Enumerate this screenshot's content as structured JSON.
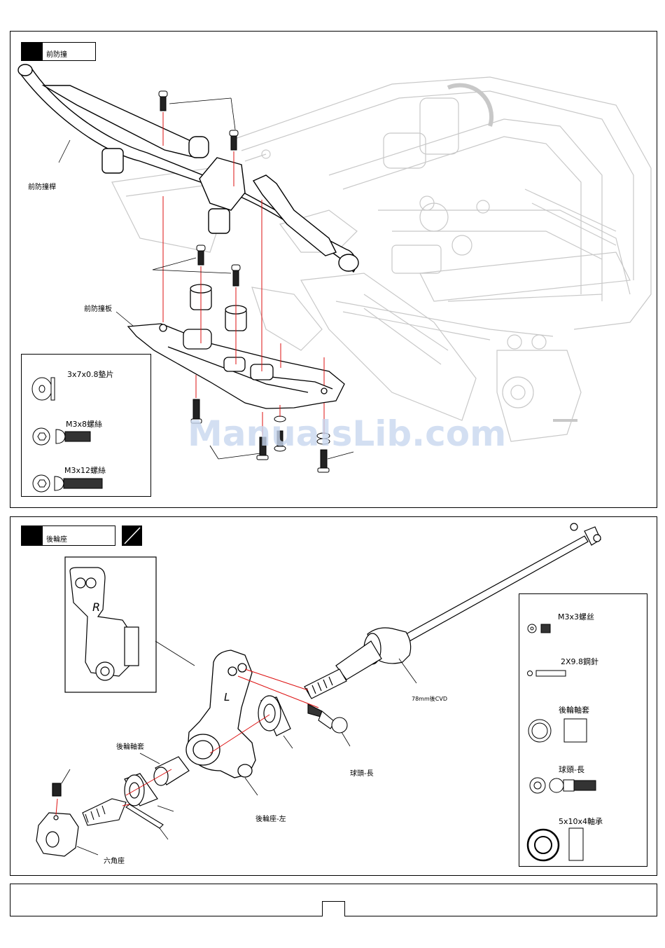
{
  "step1": {
    "title": "前防撞",
    "labels": {
      "bumper_rod": "前防撞桿",
      "bumper_plate": "前防撞板"
    },
    "parts": {
      "washer": "3x7x0.8墊片",
      "screw_short": "M3x8螺絲",
      "screw_long": "M3x12螺絲"
    }
  },
  "step2": {
    "title": "後輪座",
    "labels": {
      "cvd": "78mm後CVD",
      "ball_head": "球頭-長",
      "bushing": "後輪軸套",
      "hub_left": "後輪座-左",
      "hex": "六角座"
    },
    "parts": {
      "setscrew": "M3x3螺丝",
      "pin": "2X9.8鋼針",
      "bushing": "後輪軸套",
      "ball_head": "球頭-長",
      "bearing": "5x10x4軸承"
    }
  },
  "watermark": "ManualsLib.com"
}
